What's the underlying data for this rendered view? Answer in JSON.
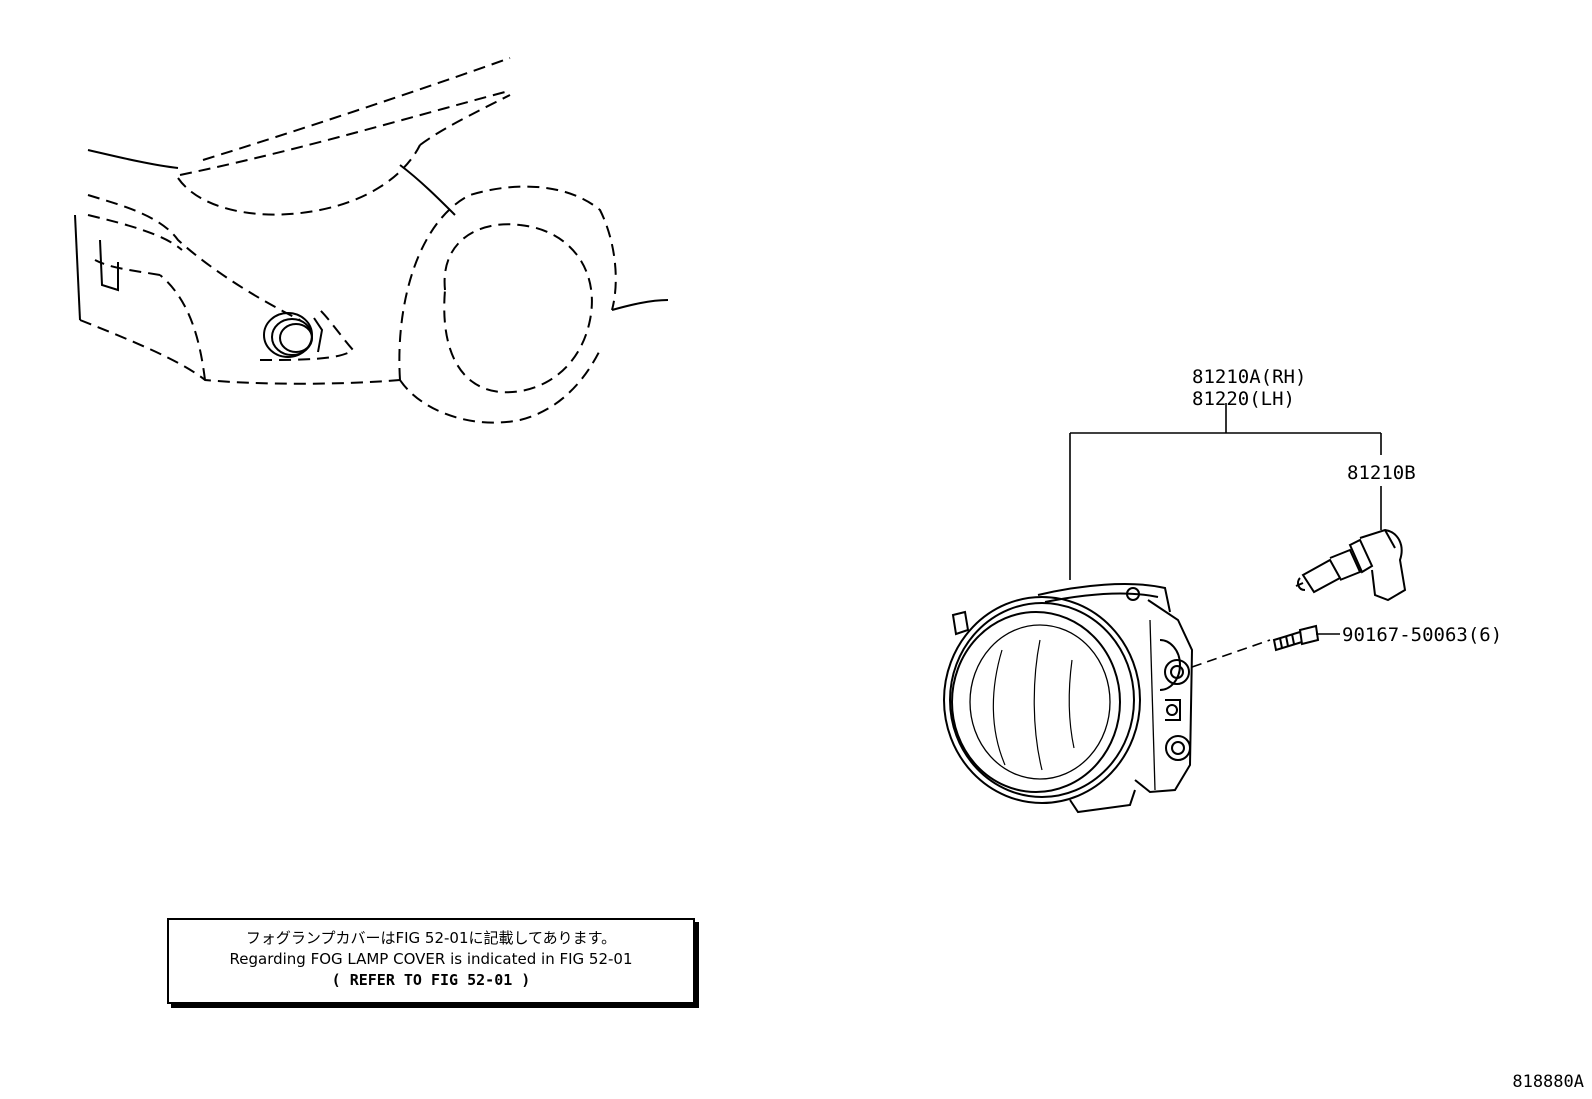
{
  "callouts": {
    "fog_lamp_rh": "81210A(RH)",
    "fog_lamp_lh": "81220(LH)",
    "bulb": "81210B",
    "screw": "90167-50063(6)"
  },
  "note": {
    "line_jp": "フォグランプカバーはFIG 52-01に記載してあります。",
    "line_en": "Regarding FOG LAMP COVER is indicated in FIG 52-01",
    "line_ref": "( REFER TO FIG 52-01 )"
  },
  "figure_code": "818880A"
}
